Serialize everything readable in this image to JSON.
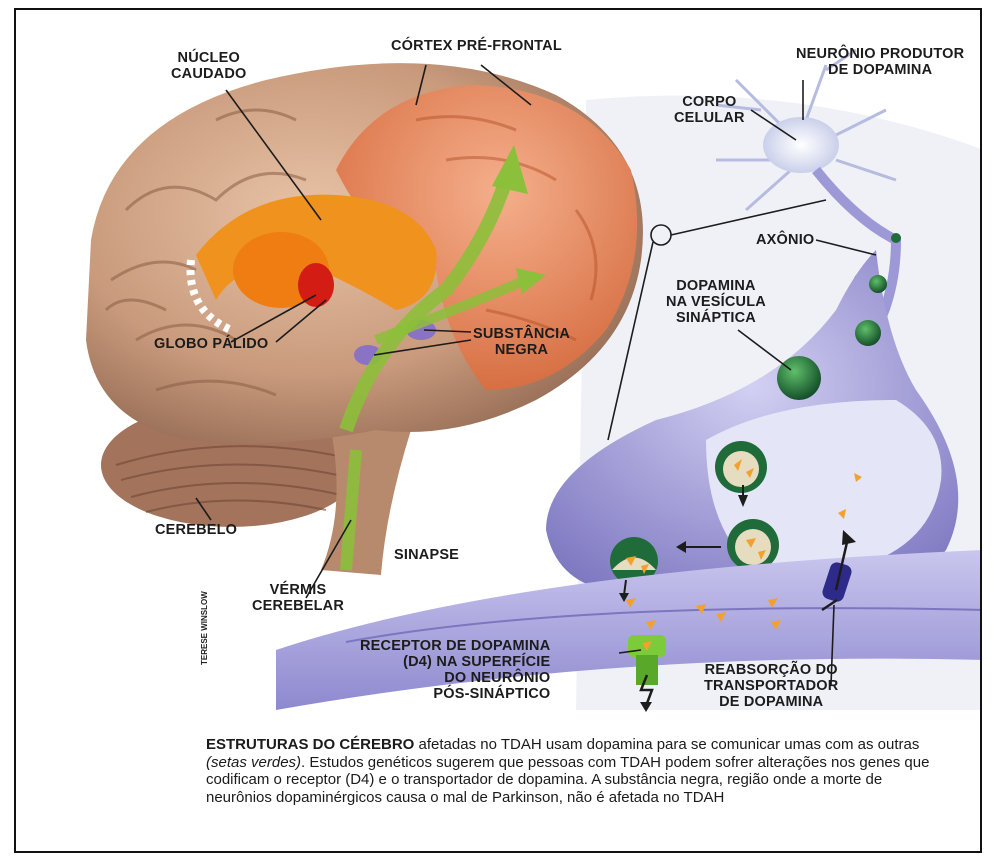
{
  "labels": {
    "nucleo_caudado": "NÚCLEO\nCAUDADO",
    "cortex_pre_frontal": "CÓRTEX PRÉ-FRONTAL",
    "neuronio_produtor": "NEURÔNIO PRODUTOR\nDE DOPAMINA",
    "corpo_celular": "CORPO\nCELULAR",
    "axonio": "AXÔNIO",
    "dopamina_vesicula": "DOPAMINA\nNA VESÍCULA\nSINÁPTICA",
    "globo_palido": "GLOBO PÁLIDO",
    "substancia_negra": "SUBSTÂNCIA\nNEGRA",
    "cerebelo": "CEREBELO",
    "sinapse": "SINAPSE",
    "vermis_cerebelar": "VÉRMIS\nCEREBELAR",
    "receptor_dopamina": "RECEPTOR DE DOPAMINA\n(D4) NA SUPERFÍCIE\nDO NEURÔNIO\nPÓS-SINÁPTICO",
    "reabsorcao": "REABSORÇÃO DO\nTRANSPORTADOR\nDE DOPAMINA"
  },
  "credit": "TERESE WINSLOW",
  "caption": {
    "lead": "ESTRUTURAS DO CÉREBRO",
    "part1": " afetadas no TDAH usam dopamina para se comunicar umas com as outras ",
    "italic": "(setas verdes)",
    "part2": ". Estudos genéticos sugerem que pessoas com TDAH podem sofrer alterações nos genes que codificam o receptor (D4) e o transportador de dopamina. A substância negra, região onde a morte de neurônios dopaminérgicos causa o mal de Parkinson, não é afetada no TDAH"
  },
  "colors": {
    "brain": "#c99a7c",
    "cortex": "#e6865a",
    "caudate": "#f0921e",
    "globus": "#d21c14",
    "arrow_green": "#8cbf3a",
    "neuron": "#9d98d6",
    "vesicle": "#1f6b3a",
    "dopamine": "#f2a12c"
  }
}
